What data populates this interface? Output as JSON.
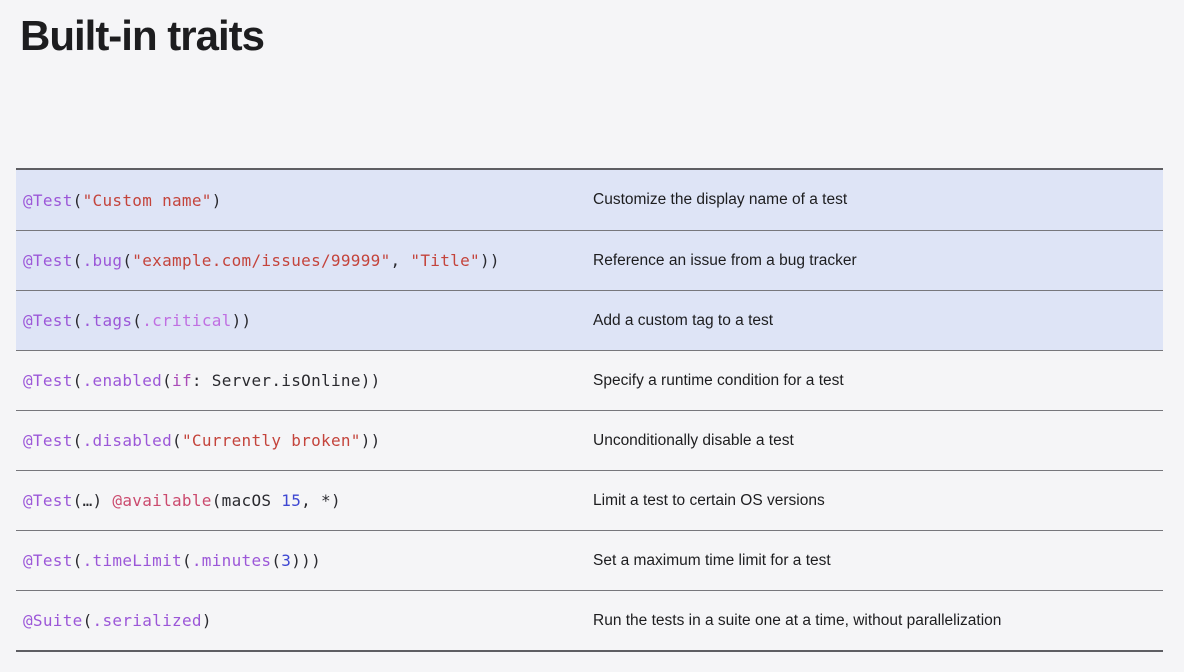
{
  "title": "Built-in traits",
  "colors": {
    "page_background": "#F5F5F7",
    "row_highlight": "#DEE4F6",
    "text": "#1D1D1F",
    "border_strong": "#5E5E63",
    "border_row": "#77777C",
    "syntax": {
      "attribute": "#9C57D8",
      "memberLight": "#C06FE2",
      "string": "#C4443C",
      "keyword": "#AA4BB8",
      "availability": "#CB4A6E",
      "number": "#3E47D2",
      "plain": "#2A2A2F"
    }
  },
  "table": {
    "rows": [
      {
        "highlighted": true,
        "code": [
          {
            "t": "@Test",
            "c": "attribute"
          },
          {
            "t": "(",
            "c": "plain"
          },
          {
            "t": "\"Custom name\"",
            "c": "string"
          },
          {
            "t": ")",
            "c": "plain"
          }
        ],
        "description": "Customize the display name of a test"
      },
      {
        "highlighted": true,
        "code": [
          {
            "t": "@Test",
            "c": "attribute"
          },
          {
            "t": "(",
            "c": "plain"
          },
          {
            "t": ".bug",
            "c": "attribute"
          },
          {
            "t": "(",
            "c": "plain"
          },
          {
            "t": "\"example.com/issues/99999\"",
            "c": "string"
          },
          {
            "t": ", ",
            "c": "plain"
          },
          {
            "t": "\"Title\"",
            "c": "string"
          },
          {
            "t": "))",
            "c": "plain"
          }
        ],
        "description": "Reference an issue from a bug tracker"
      },
      {
        "highlighted": true,
        "code": [
          {
            "t": "@Test",
            "c": "attribute"
          },
          {
            "t": "(",
            "c": "plain"
          },
          {
            "t": ".tags",
            "c": "attribute"
          },
          {
            "t": "(",
            "c": "plain"
          },
          {
            "t": ".critical",
            "c": "memberLight"
          },
          {
            "t": "))",
            "c": "plain"
          }
        ],
        "description": "Add a custom tag to a test"
      },
      {
        "highlighted": false,
        "code": [
          {
            "t": "@Test",
            "c": "attribute"
          },
          {
            "t": "(",
            "c": "plain"
          },
          {
            "t": ".enabled",
            "c": "attribute"
          },
          {
            "t": "(",
            "c": "plain"
          },
          {
            "t": "if",
            "c": "keyword"
          },
          {
            "t": ": Server.isOnline))",
            "c": "plain"
          }
        ],
        "description": "Specify a runtime condition for a test"
      },
      {
        "highlighted": false,
        "code": [
          {
            "t": "@Test",
            "c": "attribute"
          },
          {
            "t": "(",
            "c": "plain"
          },
          {
            "t": ".disabled",
            "c": "attribute"
          },
          {
            "t": "(",
            "c": "plain"
          },
          {
            "t": "\"Currently broken\"",
            "c": "string"
          },
          {
            "t": "))",
            "c": "plain"
          }
        ],
        "description": "Unconditionally disable a test"
      },
      {
        "highlighted": false,
        "code": [
          {
            "t": "@Test",
            "c": "attribute"
          },
          {
            "t": "(…) ",
            "c": "plain"
          },
          {
            "t": "@available",
            "c": "availability"
          },
          {
            "t": "(macOS ",
            "c": "plain"
          },
          {
            "t": "15",
            "c": "number"
          },
          {
            "t": ", *)",
            "c": "plain"
          }
        ],
        "description": "Limit a test to certain OS versions"
      },
      {
        "highlighted": false,
        "code": [
          {
            "t": "@Test",
            "c": "attribute"
          },
          {
            "t": "(",
            "c": "plain"
          },
          {
            "t": ".timeLimit",
            "c": "attribute"
          },
          {
            "t": "(",
            "c": "plain"
          },
          {
            "t": ".minutes",
            "c": "attribute"
          },
          {
            "t": "(",
            "c": "plain"
          },
          {
            "t": "3",
            "c": "number"
          },
          {
            "t": ")))",
            "c": "plain"
          }
        ],
        "description": "Set a maximum time limit for a test"
      },
      {
        "highlighted": false,
        "code": [
          {
            "t": "@Suite",
            "c": "attribute"
          },
          {
            "t": "(",
            "c": "plain"
          },
          {
            "t": ".serialized",
            "c": "attribute"
          },
          {
            "t": ")",
            "c": "plain"
          }
        ],
        "description": "Run the tests in a suite one at a time, without parallelization"
      }
    ]
  }
}
